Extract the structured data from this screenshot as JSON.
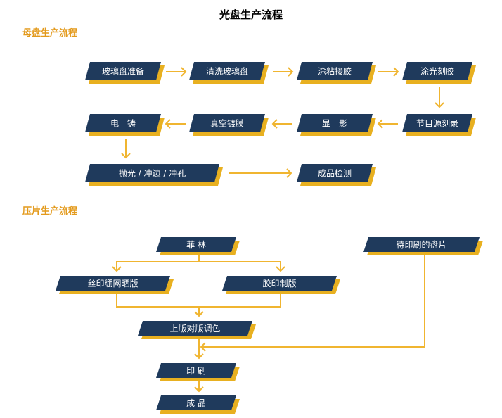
{
  "title": "光盘生产流程",
  "sections": {
    "master": "母盘生产流程",
    "press": "压片生产流程"
  },
  "colors": {
    "node_fill": "#1f3a5c",
    "node_shadow": "#e8b020",
    "arrow": "#f0b530",
    "section_text": "#e39a1c"
  },
  "master_nodes": [
    "玻璃盘准备",
    "清洗玻璃盘",
    "涂粘接胶",
    "涂光刻胶",
    "节目源刻录",
    "显　影",
    "真空镀膜",
    "电　铸",
    "抛光 / 冲边 / 冲孔",
    "成品检测"
  ],
  "press_nodes": [
    "菲  林",
    "待印刷的盘片",
    "丝印绷网晒版",
    "胶印制版",
    "上版对版调色",
    "印  刷",
    "成  品"
  ]
}
